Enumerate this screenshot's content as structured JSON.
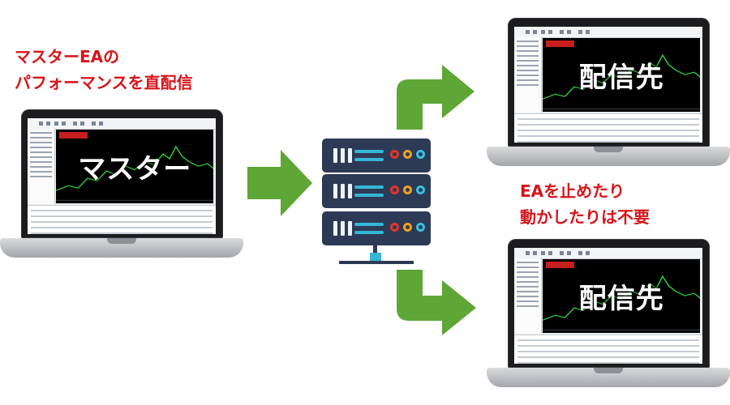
{
  "captions": {
    "master_line1": "マスターEAの",
    "master_line2": "パフォーマンスを直配信",
    "note_line1": "EAを止めたり",
    "note_line2": "動かしたりは不要"
  },
  "laptops": {
    "master_label": "マスター",
    "destination1_label": "配信先",
    "destination2_label": "配信先"
  },
  "colors": {
    "caption_red": "#d7141a",
    "arrow_green": "#5ea635",
    "server_navy": "#2d3a56",
    "accent_cyan": "#36b6d6"
  },
  "icons": {
    "server": "server-stack-icon",
    "arrow": "green-arrow-icon"
  }
}
